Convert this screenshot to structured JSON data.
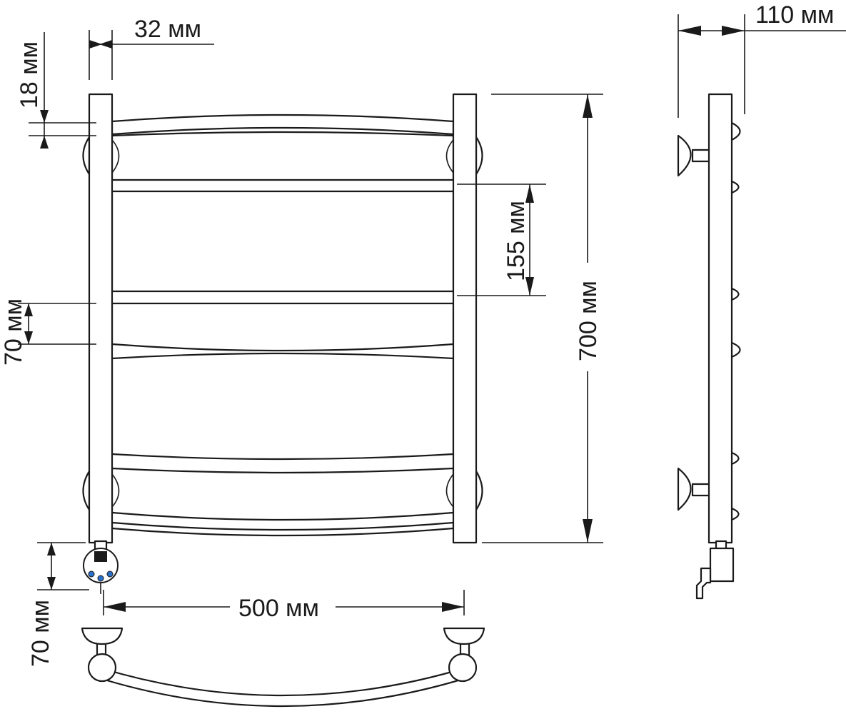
{
  "dimensions": {
    "top_offset": "18 мм",
    "post_width": "32 мм",
    "depth": "110 мм",
    "rung_spacing": "155 мм",
    "total_height": "700 мм",
    "rung_height": "70 мм",
    "heater_offset": "70 мм",
    "width": "500 мм"
  },
  "controller": {
    "button_color": "#2a6fc9",
    "body_color": "#ffffff",
    "display_color": "#1a1a1a"
  }
}
